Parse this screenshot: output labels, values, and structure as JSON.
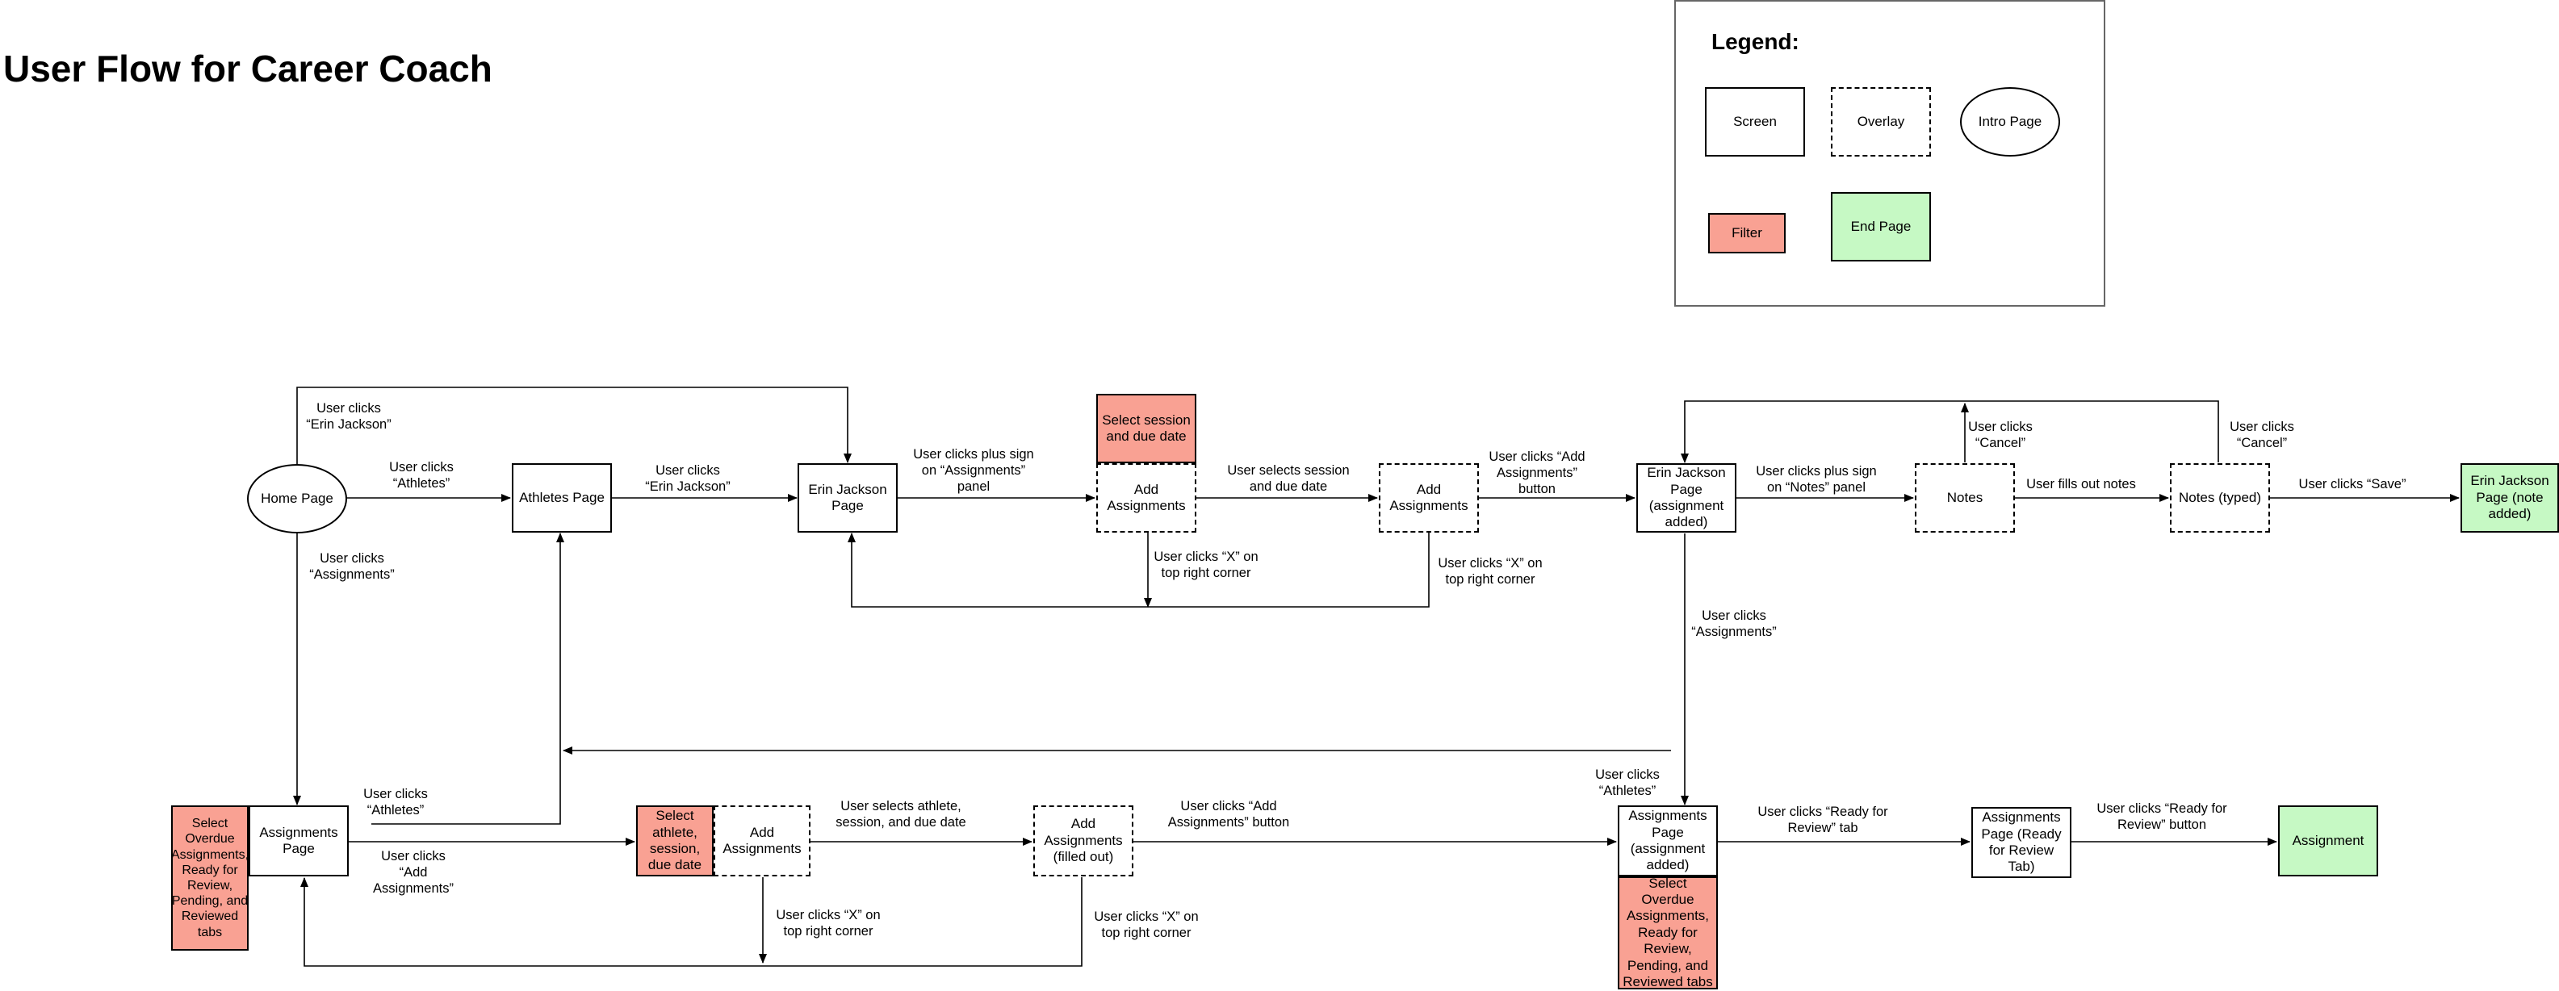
{
  "title": "User Flow for Career Coach",
  "legend": {
    "title": "Legend:",
    "screen": "Screen",
    "overlay": "Overlay",
    "intro": "Intro Page",
    "filter": "Filter",
    "end": "End Page"
  },
  "colors": {
    "filter": "#f9a193",
    "end_page": "#c6f9c4",
    "line": "#000000"
  },
  "nodes": {
    "home": "Home Page",
    "athletes": "Athletes Page",
    "erin": "Erin Jackson Page",
    "select_session": "Select session and due date",
    "add_assign_1": "Add Assignments",
    "add_assign_2": "Add Assignments",
    "erin_added": "Erin Jackson Page (assignment added)",
    "notes": "Notes",
    "notes_typed": "Notes (typed)",
    "erin_note_added": "Erin Jackson Page (note added)",
    "select_overdue_left": "Select Overdue Assignments, Ready for Review, Pending, and Reviewed tabs",
    "assignments_page": "Assignments Page",
    "select_athlete": "Select athlete, session, due date",
    "add_assign_3": "Add Assignments",
    "add_assign_filled": "Add Assignments (filled out)",
    "assignments_added": "Assignments Page (assignment added)",
    "select_overdue_right": "Select Overdue Assignments, Ready for Review, Pending, and Reviewed tabs",
    "assignments_review": "Assignments Page (Ready for Review Tab)",
    "assignment_end": "Assignment"
  },
  "edges": {
    "home_erin": "User clicks\n“Erin Jackson”",
    "home_athletes": "User clicks\n“Athletes”",
    "home_assignments": "User clicks\n“Assignments”",
    "athletes_erin": "User clicks\n“Erin Jackson”",
    "erin_plus": "User clicks plus sign\non “Assignments”\npanel",
    "select_session": "User selects session\nand due date",
    "x_corner_1": "User clicks “X” on\ntop right corner",
    "x_corner_2": "User clicks “X” on\ntop right corner",
    "add_button_1": "User clicks “Add\nAssignments”\nbutton",
    "notes_plus": "User clicks plus sign\non “Notes” panel",
    "cancel_1": "User clicks\n“Cancel”",
    "fills_notes": "User fills out notes",
    "cancel_2": "User clicks\n“Cancel”",
    "save": "User clicks “Save”",
    "erin_assignments": "User clicks\n“Assignments”",
    "assign_athletes_left": "User clicks\n“Athletes”",
    "assign_add": "User clicks\n“Add\nAssignments”",
    "select_athlete": "User selects athlete,\nsession, and due date",
    "add_button_2": "User clicks “Add\nAssignments” button",
    "x_corner_3": "User clicks “X” on\ntop right corner",
    "x_corner_4": "User clicks “X” on\ntop right corner",
    "athletes_right": "User clicks\n“Athletes”",
    "ready_tab": "User clicks “Ready for\nReview” tab",
    "ready_button": "User clicks “Ready for\nReview” button"
  }
}
